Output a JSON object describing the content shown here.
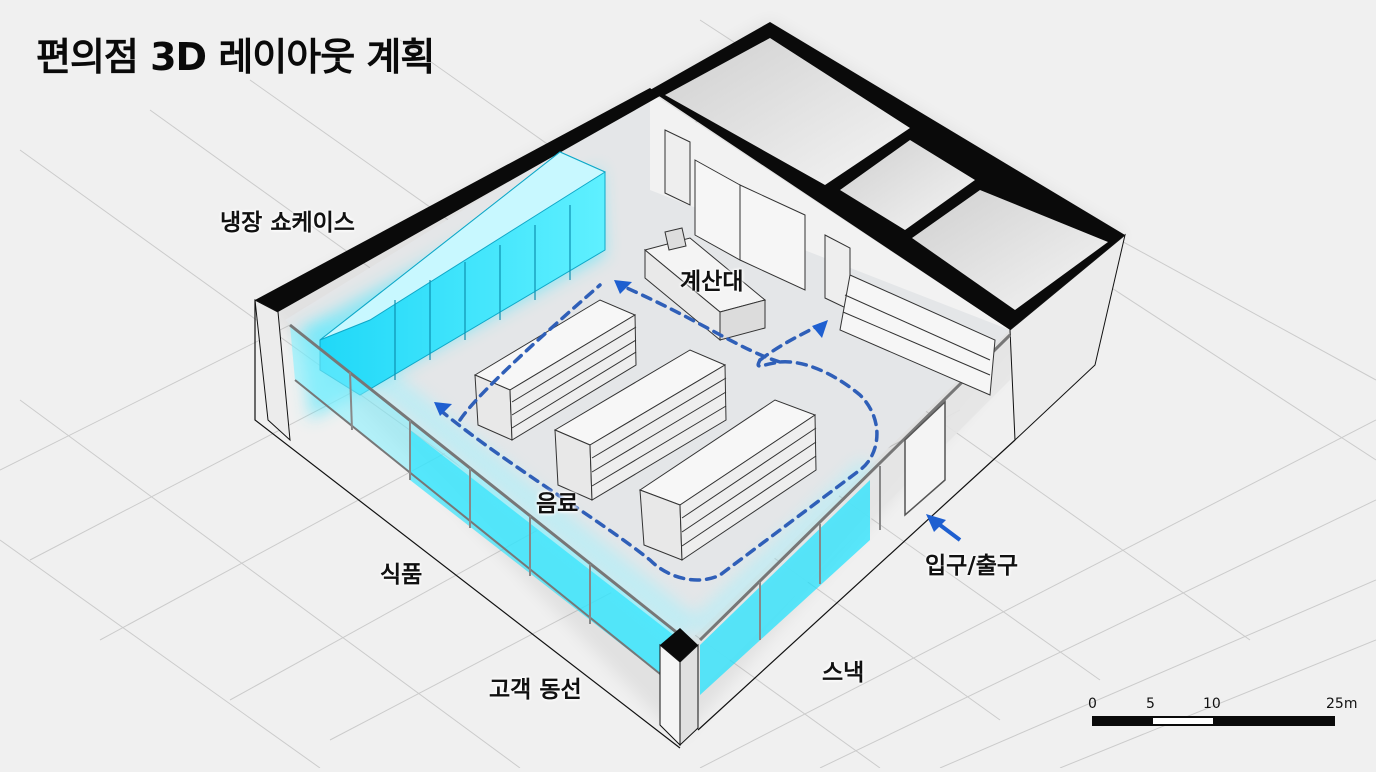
{
  "title": "편의점 3D 레이아웃 계획",
  "zones": {
    "cold_showcase": "냉장 쇼케이스",
    "checkout": "계산대",
    "beverages": "음료",
    "food": "식품",
    "customer_flow": "고객 동선",
    "snacks": "스낵",
    "entrance_exit": "입구/출구"
  },
  "scale_bar": {
    "ticks": [
      "0",
      "5",
      "10",
      "25m"
    ],
    "unit": "m",
    "segments": [
      {
        "from": 0,
        "to": 5,
        "color": "#0a0a0a"
      },
      {
        "from": 5,
        "to": 10,
        "color": "#ffffff"
      },
      {
        "from": 10,
        "to": 25,
        "color": "#0a0a0a"
      }
    ]
  },
  "colors": {
    "background": "#f0f0f0",
    "wall_top": "#0a0a0a",
    "wall_face": "#e8e8e8",
    "floor": "#e6e6e6",
    "showcase_glow": "#22e0ff",
    "flow_path": "#2f5fb8",
    "arrow": "#1e5fd0",
    "grid": "#c8c8c8"
  }
}
